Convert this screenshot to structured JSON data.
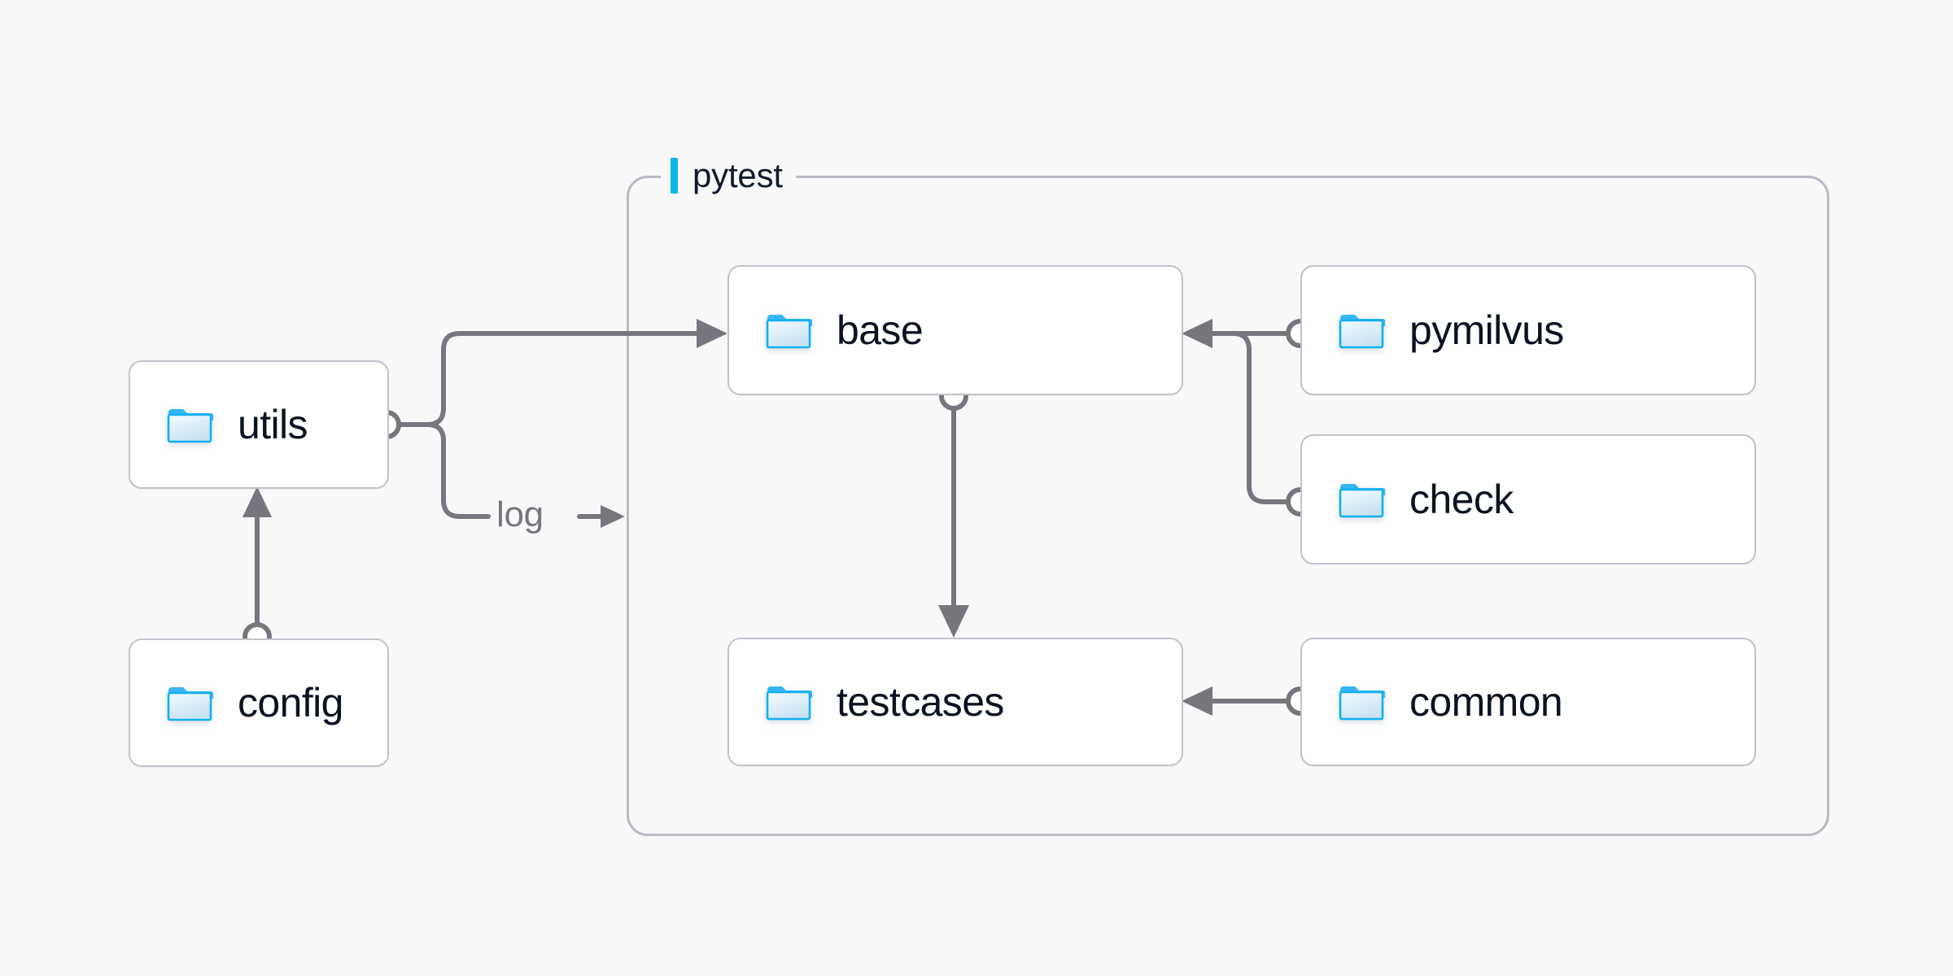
{
  "diagram": {
    "title": "pytest test framework module dependency diagram",
    "background_color": "#f8f8f9",
    "accent_color": "#13b5ea",
    "edge_color": "#77767f",
    "node_border_color": "#c3c2cd",
    "node_text_color": "#0b1222"
  },
  "group": {
    "label": "pytest",
    "accent_color": "#13b5ea"
  },
  "nodes": [
    {
      "id": "utils",
      "label": "utils",
      "icon": "folder-icon"
    },
    {
      "id": "config",
      "label": "config",
      "icon": "folder-icon"
    },
    {
      "id": "base",
      "label": "base",
      "icon": "folder-icon"
    },
    {
      "id": "testcases",
      "label": "testcases",
      "icon": "folder-icon"
    },
    {
      "id": "pymilvus",
      "label": "pymilvus",
      "icon": "folder-icon"
    },
    {
      "id": "check",
      "label": "check",
      "icon": "folder-icon"
    },
    {
      "id": "common",
      "label": "common",
      "icon": "folder-icon"
    }
  ],
  "edges": [
    {
      "id": "utils-base",
      "from": "utils",
      "to": "base",
      "label": ""
    },
    {
      "id": "utils-log",
      "from": "utils",
      "to": "pytest",
      "label": "log"
    },
    {
      "id": "config-utils",
      "from": "config",
      "to": "utils",
      "label": ""
    },
    {
      "id": "base-testcases",
      "from": "base",
      "to": "testcases",
      "label": ""
    },
    {
      "id": "pymilvus-base",
      "from": "pymilvus",
      "to": "base",
      "label": ""
    },
    {
      "id": "check-base",
      "from": "check",
      "to": "base",
      "label": ""
    },
    {
      "id": "common-testcases",
      "from": "common",
      "to": "testcases",
      "label": ""
    }
  ],
  "labels": {
    "log": "log",
    "log_arrow": "→"
  }
}
